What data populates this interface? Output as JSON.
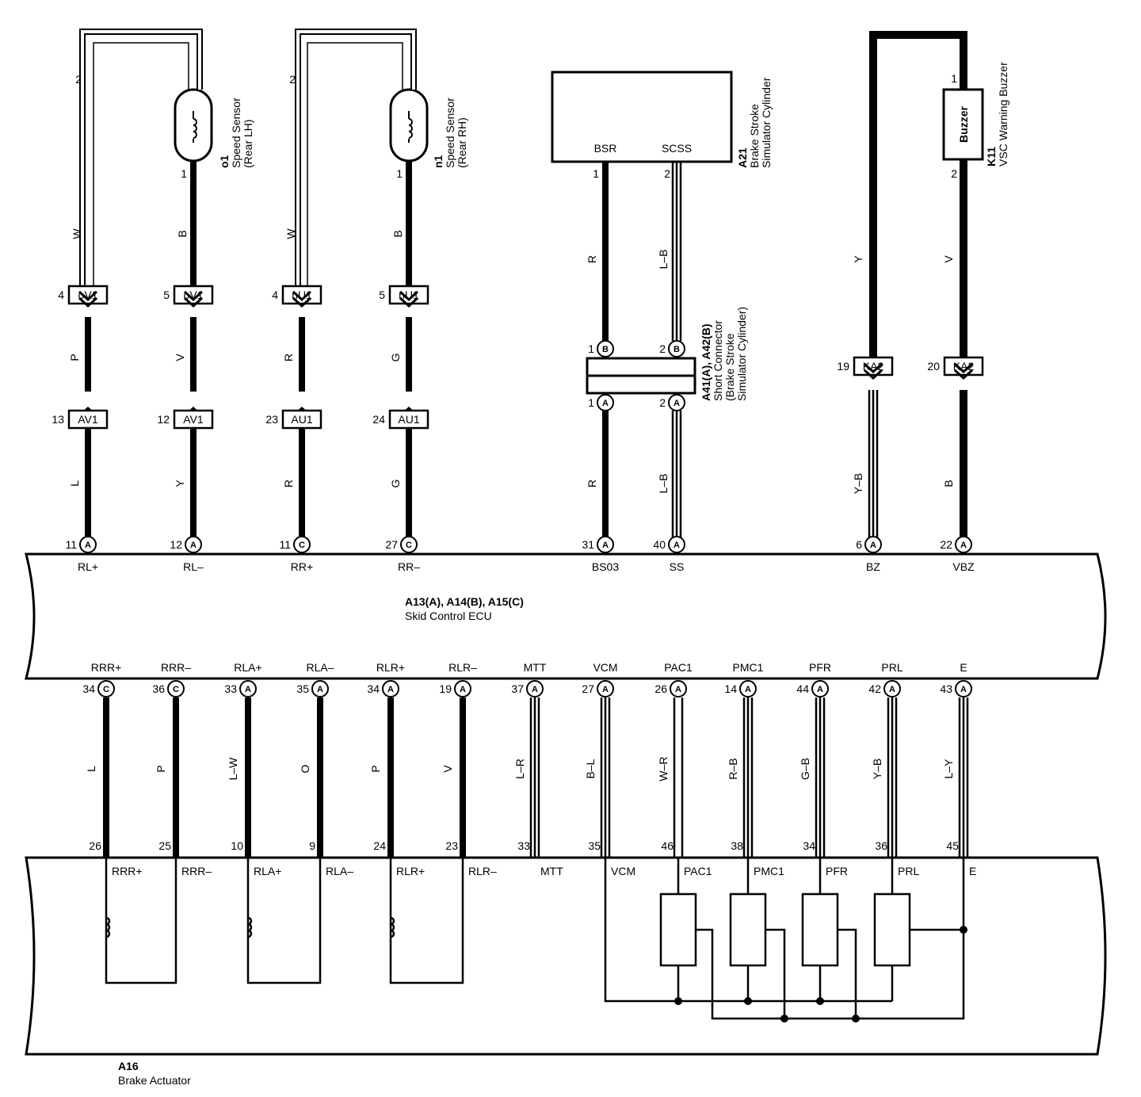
{
  "colors": {
    "line": "#000000",
    "background": "#ffffff"
  },
  "components": {
    "speed_sensor_lh": {
      "code": "o1",
      "name": "Speed Sensor",
      "qualifier": "(Rear LH)"
    },
    "speed_sensor_rh": {
      "code": "n1",
      "name": "Speed Sensor",
      "qualifier": "(Rear RH)"
    },
    "stroke_simulator": {
      "code": "A21",
      "name": "Brake Stroke",
      "name2": "Simulator Cylinder",
      "terminals": [
        "BSR",
        "SCSS"
      ]
    },
    "short_connector": {
      "code": "A41(A), A42(B)",
      "name": "Short Connector",
      "name2": "(Brake Stroke",
      "name3": "Simulator Cylinder)"
    },
    "buzzer": {
      "code": "K11",
      "name": "VSC Warning Buzzer",
      "body": "Buzzer"
    },
    "ecu": {
      "code": "A13(A), A14(B), A15(C)",
      "name": "Skid Control ECU"
    },
    "actuator": {
      "code": "A16",
      "name": "Brake Actuator"
    }
  },
  "upper_wires": [
    {
      "id": "rl_plus",
      "sensor_pin": "2",
      "w1": "W",
      "c1": {
        "pin": "4",
        "label": "oV1"
      },
      "w2": "P",
      "c2": {
        "pin": "13",
        "label": "AV1"
      },
      "w3": "L",
      "ecu_pin": "11",
      "ecu_conn": "A",
      "ecu_term": "RL+"
    },
    {
      "id": "rl_minus",
      "sensor_pin": "1",
      "w1": "B",
      "c1": {
        "pin": "5",
        "label": "oV1"
      },
      "w2": "V",
      "c2": {
        "pin": "12",
        "label": "AV1"
      },
      "w3": "Y",
      "ecu_pin": "12",
      "ecu_conn": "A",
      "ecu_term": "RL–"
    },
    {
      "id": "rr_plus",
      "sensor_pin": "2",
      "w1": "W",
      "c1": {
        "pin": "4",
        "label": "nU1"
      },
      "w2": "R",
      "c2": {
        "pin": "23",
        "label": "AU1"
      },
      "w3": "R",
      "ecu_pin": "11",
      "ecu_conn": "C",
      "ecu_term": "RR+"
    },
    {
      "id": "rr_minus",
      "sensor_pin": "1",
      "w1": "B",
      "c1": {
        "pin": "5",
        "label": "nU1"
      },
      "w2": "G",
      "c2": {
        "pin": "24",
        "label": "AU1"
      },
      "w3": "G",
      "ecu_pin": "27",
      "ecu_conn": "C",
      "ecu_term": "RR–"
    },
    {
      "id": "bs03",
      "sensor_pin": "1",
      "w1": "R",
      "sc_top": {
        "pin": "1",
        "conn": "B"
      },
      "sc_bot": {
        "pin": "1",
        "conn": "A"
      },
      "w3": "R",
      "ecu_pin": "31",
      "ecu_conn": "A",
      "ecu_term": "BS03"
    },
    {
      "id": "ss",
      "sensor_pin": "2",
      "w1": "L–B",
      "sc_top": {
        "pin": "2",
        "conn": "B"
      },
      "sc_bot": {
        "pin": "2",
        "conn": "A"
      },
      "w3": "L–B",
      "ecu_pin": "40",
      "ecu_conn": "A",
      "ecu_term": "SS"
    },
    {
      "id": "bz",
      "w1": "Y",
      "c2": {
        "pin": "19",
        "label": "KA2"
      },
      "w3": "Y–B",
      "ecu_pin": "6",
      "ecu_conn": "A",
      "ecu_term": "BZ"
    },
    {
      "id": "vbz",
      "sensor_pin_top": "1",
      "sensor_pin": "2",
      "w1": "V",
      "c2": {
        "pin": "20",
        "label": "KA2"
      },
      "w3": "B",
      "ecu_pin": "22",
      "ecu_conn": "A",
      "ecu_term": "VBZ"
    }
  ],
  "lower_wires": [
    {
      "term": "RRR+",
      "ecu_pin": "34",
      "conn": "C",
      "color": "L",
      "act_pin": "26",
      "act_term": "RRR+"
    },
    {
      "term": "RRR–",
      "ecu_pin": "36",
      "conn": "C",
      "color": "P",
      "act_pin": "25",
      "act_term": "RRR–"
    },
    {
      "term": "RLA+",
      "ecu_pin": "33",
      "conn": "A",
      "color": "L–W",
      "act_pin": "10",
      "act_term": "RLA+"
    },
    {
      "term": "RLA–",
      "ecu_pin": "35",
      "conn": "A",
      "color": "O",
      "act_pin": "9",
      "act_term": "RLA–"
    },
    {
      "term": "RLR+",
      "ecu_pin": "34",
      "conn": "A",
      "color": "P",
      "act_pin": "24",
      "act_term": "RLR+"
    },
    {
      "term": "RLR–",
      "ecu_pin": "19",
      "conn": "A",
      "color": "V",
      "act_pin": "23",
      "act_term": "RLR–"
    },
    {
      "term": "MTT",
      "ecu_pin": "37",
      "conn": "A",
      "color": "L–R",
      "act_pin": "33",
      "act_term": "MTT"
    },
    {
      "term": "VCM",
      "ecu_pin": "27",
      "conn": "A",
      "color": "B–L",
      "act_pin": "35",
      "act_term": "VCM"
    },
    {
      "term": "PAC1",
      "ecu_pin": "26",
      "conn": "A",
      "color": "W–R",
      "act_pin": "46",
      "act_term": "PAC1"
    },
    {
      "term": "PMC1",
      "ecu_pin": "14",
      "conn": "A",
      "color": "R–B",
      "act_pin": "38",
      "act_term": "PMC1"
    },
    {
      "term": "PFR",
      "ecu_pin": "44",
      "conn": "A",
      "color": "G–B",
      "act_pin": "34",
      "act_term": "PFR"
    },
    {
      "term": "PRL",
      "ecu_pin": "42",
      "conn": "A",
      "color": "Y–B",
      "act_pin": "36",
      "act_term": "PRL"
    },
    {
      "term": "E",
      "ecu_pin": "43",
      "conn": "A",
      "color": "L–Y",
      "act_pin": "45",
      "act_term": "E"
    }
  ]
}
